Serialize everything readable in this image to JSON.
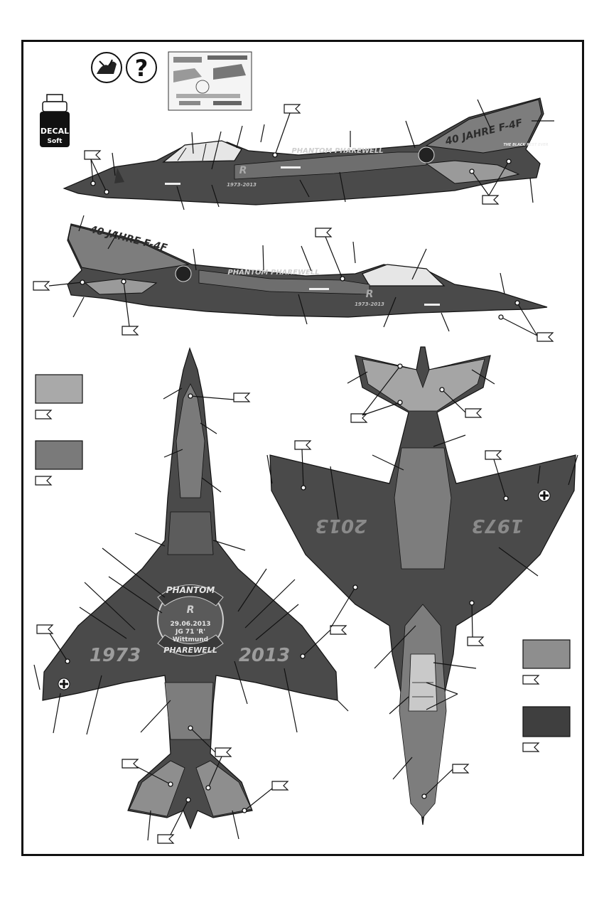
{
  "icons": {
    "decal_soft": {
      "line1": "DECAL",
      "line2": "Soft"
    },
    "question_mark": "?"
  },
  "markings": {
    "tail_text": "40 JAHRE F-4F",
    "fuselage_text": "PHANTOM PHAREWELL",
    "years": "1973-2013",
    "motto": "THE BLACK REST EVER",
    "wing_left_year": "1973",
    "wing_right_year": "2013",
    "under_wing_left": "2013",
    "under_wing_right": "1973",
    "badge_top": "PHANTOM",
    "badge_date": "29.06.2013",
    "badge_unit": "JG 71 'R'",
    "badge_place": "Wittmund",
    "badge_bottom": "PHAREWELL",
    "initial": "R"
  },
  "colors": {
    "light_grey": "#a9a9a9",
    "medium_grey": "#7a7a7a",
    "light_grey_2": "#8e8e8e",
    "dark_grey": "#3f3f3f",
    "camo_dark": "#4a4a4a",
    "camo_mid": "#6e6e6e"
  },
  "swatches": [
    {
      "name": "light-grey",
      "color": "#a9a9a9"
    },
    {
      "name": "medium-grey",
      "color": "#7a7a7a"
    },
    {
      "name": "grey-right",
      "color": "#8e8e8e"
    },
    {
      "name": "dark-grey",
      "color": "#3f3f3f"
    }
  ]
}
